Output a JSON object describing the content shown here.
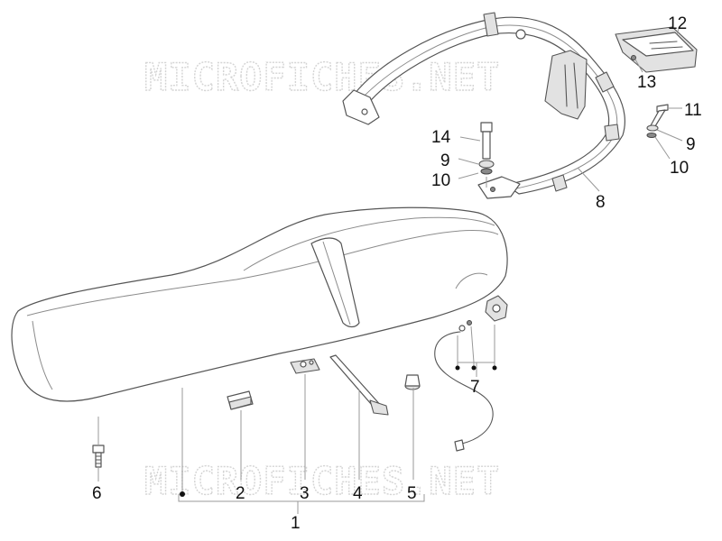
{
  "watermark": {
    "text": "MICROFICHES.NET",
    "color": "#d4d4d4"
  },
  "callouts": [
    {
      "id": "1",
      "label": "1"
    },
    {
      "id": "2",
      "label": "2"
    },
    {
      "id": "3",
      "label": "3"
    },
    {
      "id": "4",
      "label": "4"
    },
    {
      "id": "5",
      "label": "5"
    },
    {
      "id": "6",
      "label": "6"
    },
    {
      "id": "7",
      "label": "7"
    },
    {
      "id": "8",
      "label": "8"
    },
    {
      "id": "9a",
      "label": "9"
    },
    {
      "id": "9b",
      "label": "9"
    },
    {
      "id": "10a",
      "label": "10"
    },
    {
      "id": "10b",
      "label": "10"
    },
    {
      "id": "11",
      "label": "11"
    },
    {
      "id": "12",
      "label": "12"
    },
    {
      "id": "13",
      "label": "13"
    },
    {
      "id": "14",
      "label": "14"
    }
  ],
  "colors": {
    "line": "#555555",
    "leader": "#999999",
    "label": "#111111",
    "background": "#ffffff"
  }
}
